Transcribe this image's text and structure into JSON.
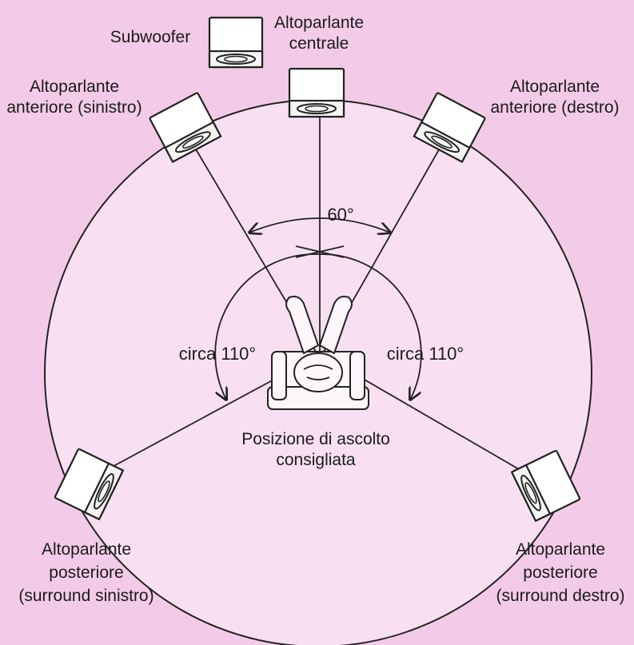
{
  "labels": {
    "subwoofer": "Subwoofer",
    "center_line1": "Altoparlante",
    "center_line2": "centrale",
    "front_left_line1": "Altoparlante",
    "front_left_line2": "anteriore (sinistro)",
    "front_right_line1": "Altoparlante",
    "front_right_line2": "anteriore (destro)",
    "rear_left_line1": "Altoparlante",
    "rear_left_line2": "posteriore",
    "rear_left_line3": "(surround sinistro)",
    "rear_right_line1": "Altoparlante",
    "rear_right_line2": "posteriore",
    "rear_right_line3": "(surround destro)",
    "listening_line1": "Posizione di ascolto",
    "listening_line2": "consigliata"
  },
  "angles": {
    "front": "60°",
    "surround_left": "circa 110°",
    "surround_right": "circa 110°"
  },
  "colors": {
    "background": "#f3cbe9",
    "circle_fill": "#f8e0f2",
    "stroke": "#222222"
  }
}
